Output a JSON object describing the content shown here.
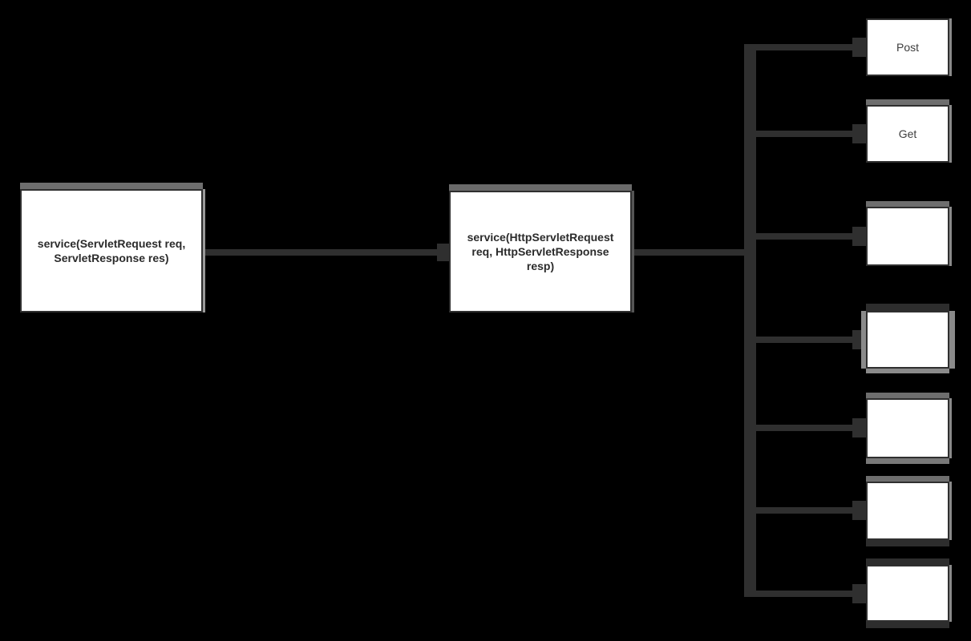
{
  "diagram": {
    "type": "flow",
    "colors": {
      "background": "#000000",
      "connector": "#2f2f2f",
      "node_fill": "#ffffff",
      "node_border": "#2f2f2f",
      "accent_bar": "#6e6e6e",
      "selected_frame": "#8a8a8a",
      "label_text": "#2b2b2b"
    },
    "nodes": [
      {
        "id": "service-servlet",
        "label": "service(ServletRequest req,\nServletResponse res)"
      },
      {
        "id": "service-http-servlet",
        "label": "service(HttpServletRequest\nreq, HttpServletResponse\nresp)"
      },
      {
        "id": "method-post",
        "label": "Post"
      },
      {
        "id": "method-get",
        "label": "Get"
      },
      {
        "id": "handler-3",
        "label": ""
      },
      {
        "id": "handler-4",
        "label": ""
      },
      {
        "id": "handler-5",
        "label": ""
      },
      {
        "id": "handler-6",
        "label": ""
      },
      {
        "id": "handler-7",
        "label": ""
      }
    ],
    "edges": [
      {
        "from": "service-servlet",
        "to": "service-http-servlet"
      },
      {
        "from": "service-http-servlet",
        "to": "method-post"
      },
      {
        "from": "service-http-servlet",
        "to": "method-get"
      },
      {
        "from": "service-http-servlet",
        "to": "handler-3"
      },
      {
        "from": "service-http-servlet",
        "to": "handler-4"
      },
      {
        "from": "service-http-servlet",
        "to": "handler-5"
      },
      {
        "from": "service-http-servlet",
        "to": "handler-6"
      },
      {
        "from": "service-http-servlet",
        "to": "handler-7"
      }
    ]
  }
}
